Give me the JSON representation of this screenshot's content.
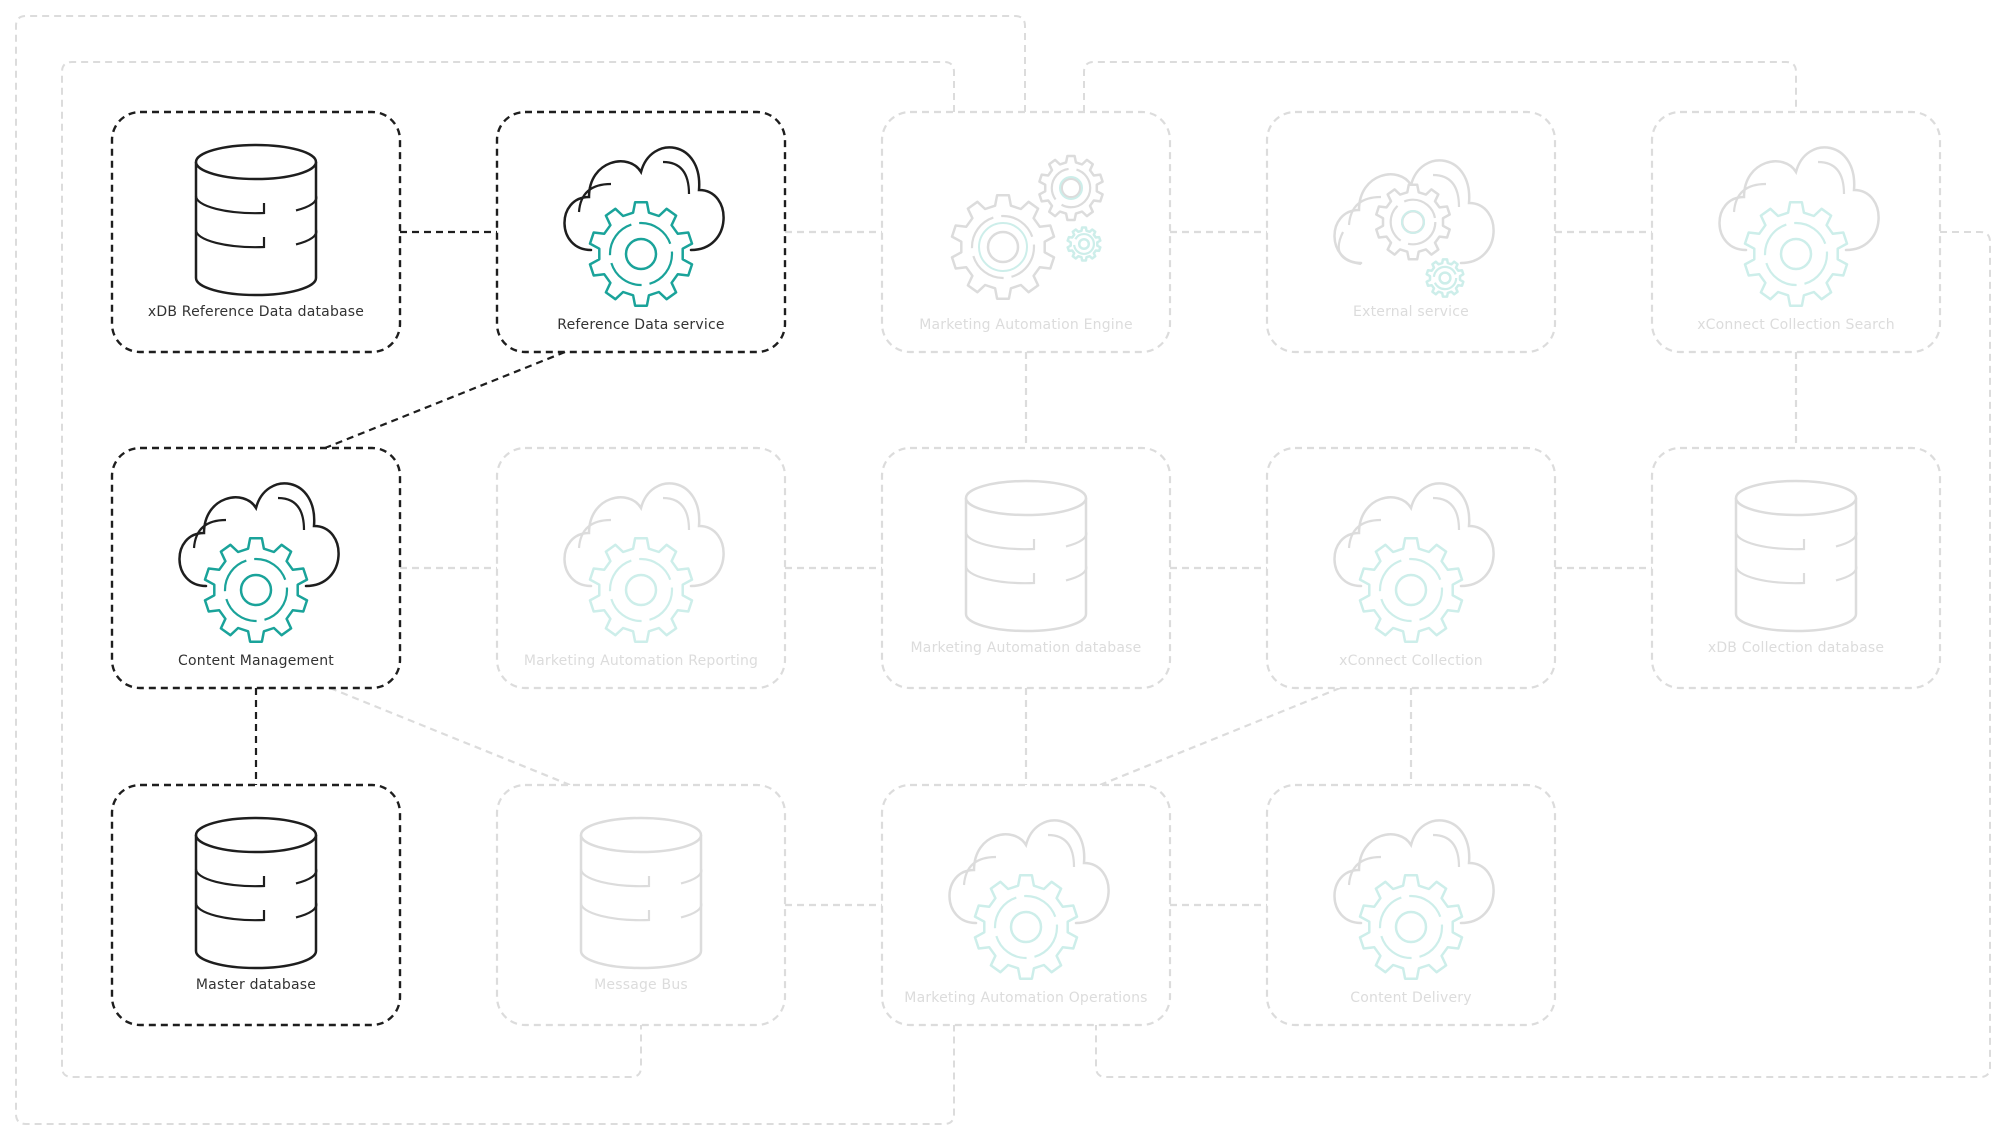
{
  "colors": {
    "active_stroke": "#1e1e1e",
    "inactive_stroke": "#dcdcdc",
    "active_accent": "#1aa39a",
    "inactive_accent": "#cdeeea",
    "background": "#ffffff"
  },
  "nodes": [
    {
      "id": "xdb-ref-db",
      "label": "xDB Reference Data database",
      "icon": "database-icon",
      "active": true
    },
    {
      "id": "ref-data-service",
      "label": "Reference Data service",
      "icon": "cloud-gear-icon",
      "active": true
    },
    {
      "id": "ma-engine",
      "label": "Marketing Automation Engine",
      "icon": "gears-icon",
      "active": false
    },
    {
      "id": "external-service",
      "label": "External service",
      "icon": "cloud-gears-icon",
      "active": false
    },
    {
      "id": "xconnect-search",
      "label": "xConnect Collection Search",
      "icon": "cloud-gear-icon",
      "active": false
    },
    {
      "id": "content-management",
      "label": "Content Management",
      "icon": "cloud-gear-icon",
      "active": true
    },
    {
      "id": "ma-reporting",
      "label": "Marketing Automation Reporting",
      "icon": "cloud-gear-icon",
      "active": false
    },
    {
      "id": "ma-database",
      "label": "Marketing Automation database",
      "icon": "database-icon",
      "active": false
    },
    {
      "id": "xconnect-collection",
      "label": "xConnect Collection",
      "icon": "cloud-gear-icon",
      "active": false
    },
    {
      "id": "xdb-collection-db",
      "label": "xDB Collection database",
      "icon": "database-icon",
      "active": false
    },
    {
      "id": "master-db",
      "label": "Master database",
      "icon": "database-icon",
      "active": true
    },
    {
      "id": "message-bus",
      "label": "Message Bus",
      "icon": "database-icon",
      "active": false
    },
    {
      "id": "ma-operations",
      "label": "Marketing Automation Operations",
      "icon": "cloud-gear-icon",
      "active": false
    },
    {
      "id": "content-delivery",
      "label": "Content Delivery",
      "icon": "cloud-gear-icon",
      "active": false
    }
  ],
  "edges": [
    {
      "from": "xdb-ref-db",
      "to": "ref-data-service",
      "active": true
    },
    {
      "from": "ref-data-service",
      "to": "content-management",
      "active": true
    },
    {
      "from": "content-management",
      "to": "master-db",
      "active": true
    },
    {
      "from": "ref-data-service",
      "to": "ma-engine",
      "active": false
    },
    {
      "from": "ma-engine",
      "to": "external-service",
      "active": false
    },
    {
      "from": "external-service",
      "to": "xconnect-search",
      "active": false
    },
    {
      "from": "content-management",
      "to": "ma-reporting",
      "active": false
    },
    {
      "from": "ma-reporting",
      "to": "ma-database",
      "active": false
    },
    {
      "from": "ma-database",
      "to": "xconnect-collection",
      "active": false
    },
    {
      "from": "xconnect-collection",
      "to": "xdb-collection-db",
      "active": false
    },
    {
      "from": "xconnect-search",
      "to": "xdb-collection-db",
      "active": false
    },
    {
      "from": "ma-engine",
      "to": "ma-database",
      "active": false
    },
    {
      "from": "ma-database",
      "to": "ma-operations",
      "active": false
    },
    {
      "from": "xconnect-collection",
      "to": "ma-operations",
      "active": false
    },
    {
      "from": "xconnect-collection",
      "to": "content-delivery",
      "active": false
    },
    {
      "from": "content-management",
      "to": "message-bus",
      "active": false
    },
    {
      "from": "message-bus",
      "to": "ma-operations",
      "active": false
    },
    {
      "from": "ma-operations",
      "to": "content-delivery",
      "active": false
    }
  ],
  "groups": [
    {
      "id": "outer-group",
      "active": false
    },
    {
      "id": "inner-group",
      "active": false
    },
    {
      "id": "xconnect-group",
      "active": false
    }
  ]
}
